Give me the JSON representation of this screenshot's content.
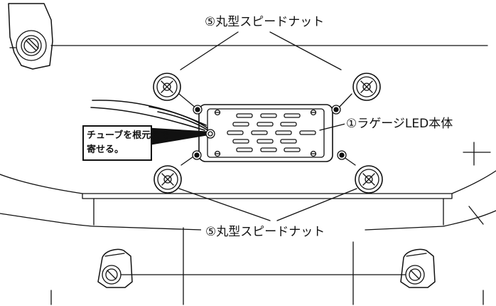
{
  "labels": {
    "nut_top": "⑤丸型スピードナット",
    "nut_bottom": "⑤丸型スピードナット",
    "led_body": "①ラゲージLED本体",
    "callout_line1": "チューブを根元まで",
    "callout_line2": "寄せる。"
  }
}
